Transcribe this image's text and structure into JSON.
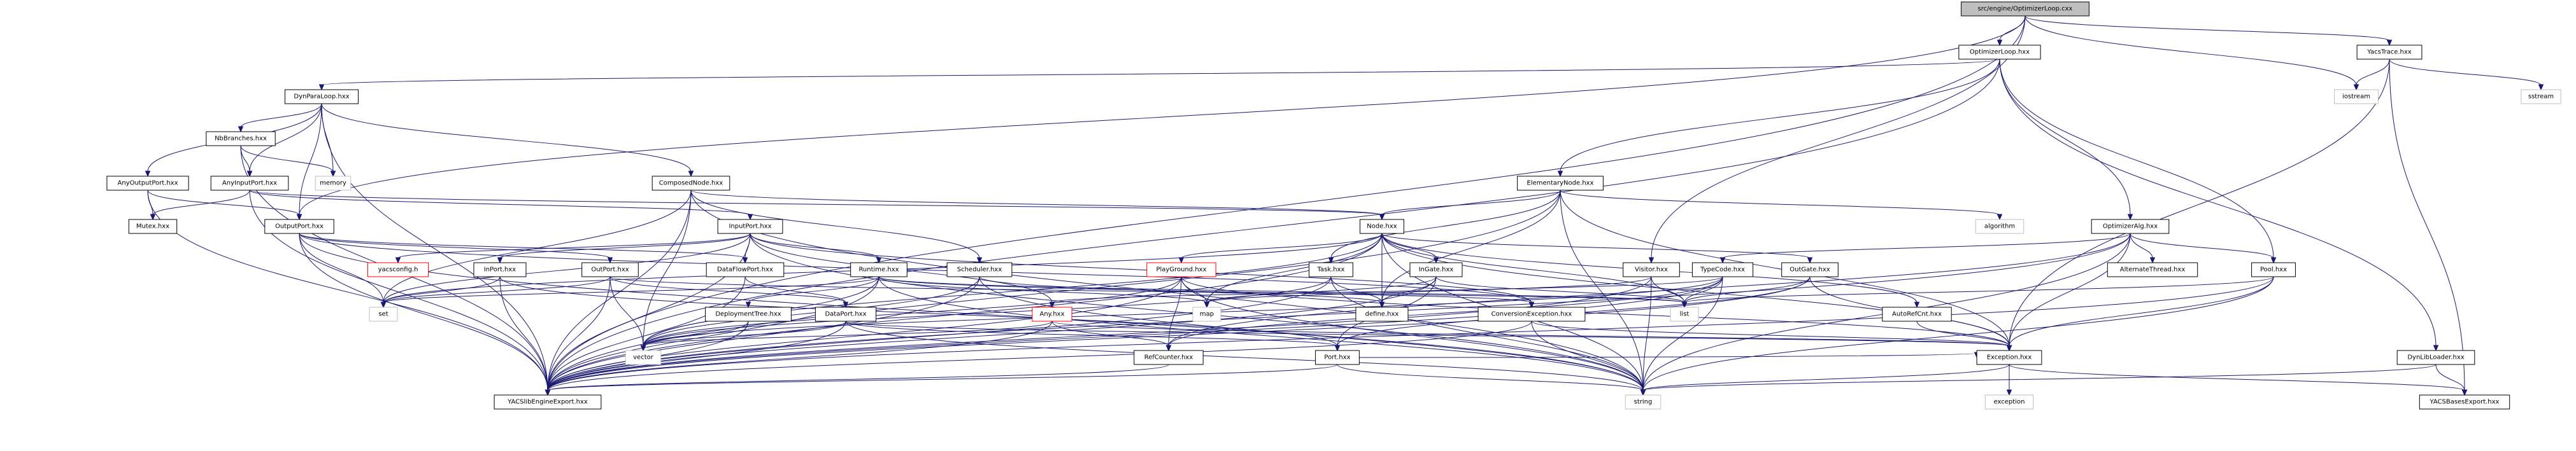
{
  "title": "Include dependency graph for src/engine/OptimizerLoop.cxx",
  "colors": {
    "edge": "#191970",
    "root_fill": "#bfbfbf",
    "node_border": "#000000",
    "external_border": "#bfbfbf",
    "missing_border": "#ff0000"
  },
  "nodes": [
    {
      "id": "root",
      "label": "src/engine/OptimizerLoop.cxx",
      "kind": "root"
    },
    {
      "id": "OptimizerLoop_hxx",
      "label": "OptimizerLoop.hxx",
      "kind": "file"
    },
    {
      "id": "YacsTrace_hxx",
      "label": "YacsTrace.hxx",
      "kind": "file"
    },
    {
      "id": "DynParaLoop_hxx",
      "label": "DynParaLoop.hxx",
      "kind": "file"
    },
    {
      "id": "iostream",
      "label": "iostream",
      "kind": "external"
    },
    {
      "id": "sstream",
      "label": "sstream",
      "kind": "external"
    },
    {
      "id": "NbBranches_hxx",
      "label": "NbBranches.hxx",
      "kind": "file"
    },
    {
      "id": "AnyOutputPort_hxx",
      "label": "AnyOutputPort.hxx",
      "kind": "file"
    },
    {
      "id": "AnyInputPort_hxx",
      "label": "AnyInputPort.hxx",
      "kind": "file"
    },
    {
      "id": "memory",
      "label": "memory",
      "kind": "external"
    },
    {
      "id": "ComposedNode_hxx",
      "label": "ComposedNode.hxx",
      "kind": "file"
    },
    {
      "id": "ElementaryNode_hxx",
      "label": "ElementaryNode.hxx",
      "kind": "file"
    },
    {
      "id": "Mutex_hxx",
      "label": "Mutex.hxx",
      "kind": "file"
    },
    {
      "id": "OutputPort_hxx",
      "label": "OutputPort.hxx",
      "kind": "file"
    },
    {
      "id": "InputPort_hxx",
      "label": "InputPort.hxx",
      "kind": "file"
    },
    {
      "id": "Node_hxx",
      "label": "Node.hxx",
      "kind": "file"
    },
    {
      "id": "algorithm",
      "label": "algorithm",
      "kind": "external"
    },
    {
      "id": "OptimizerAlg_hxx",
      "label": "OptimizerAlg.hxx",
      "kind": "file"
    },
    {
      "id": "yacsconfig_h",
      "label": "yacsconfig.h",
      "kind": "missing"
    },
    {
      "id": "InPort_hxx",
      "label": "InPort.hxx",
      "kind": "file"
    },
    {
      "id": "OutPort_hxx",
      "label": "OutPort.hxx",
      "kind": "file"
    },
    {
      "id": "DataFlowPort_hxx",
      "label": "DataFlowPort.hxx",
      "kind": "file"
    },
    {
      "id": "Runtime_hxx",
      "label": "Runtime.hxx",
      "kind": "file"
    },
    {
      "id": "Scheduler_hxx",
      "label": "Scheduler.hxx",
      "kind": "file"
    },
    {
      "id": "PlayGround_hxx",
      "label": "PlayGround.hxx",
      "kind": "missing"
    },
    {
      "id": "Task_hxx",
      "label": "Task.hxx",
      "kind": "file"
    },
    {
      "id": "InGate_hxx",
      "label": "InGate.hxx",
      "kind": "file"
    },
    {
      "id": "Visitor_hxx",
      "label": "Visitor.hxx",
      "kind": "file"
    },
    {
      "id": "TypeCode_hxx",
      "label": "TypeCode.hxx",
      "kind": "file"
    },
    {
      "id": "OutGate_hxx",
      "label": "OutGate.hxx",
      "kind": "file"
    },
    {
      "id": "AlternateThread_hxx",
      "label": "AlternateThread.hxx",
      "kind": "file"
    },
    {
      "id": "Pool_hxx",
      "label": "Pool.hxx",
      "kind": "file"
    },
    {
      "id": "set",
      "label": "set",
      "kind": "external"
    },
    {
      "id": "DeploymentTree_hxx",
      "label": "DeploymentTree.hxx",
      "kind": "file"
    },
    {
      "id": "DataPort_hxx",
      "label": "DataPort.hxx",
      "kind": "file"
    },
    {
      "id": "Any_hxx",
      "label": "Any.hxx",
      "kind": "missing"
    },
    {
      "id": "map",
      "label": "map",
      "kind": "external"
    },
    {
      "id": "define_hxx",
      "label": "define.hxx",
      "kind": "file"
    },
    {
      "id": "ConversionException_hxx",
      "label": "ConversionException.hxx",
      "kind": "file"
    },
    {
      "id": "list",
      "label": "list",
      "kind": "external"
    },
    {
      "id": "AutoRefCnt_hxx",
      "label": "AutoRefCnt.hxx",
      "kind": "file"
    },
    {
      "id": "vector",
      "label": "vector",
      "kind": "external"
    },
    {
      "id": "RefCounter_hxx",
      "label": "RefCounter.hxx",
      "kind": "file"
    },
    {
      "id": "Port_hxx",
      "label": "Port.hxx",
      "kind": "file"
    },
    {
      "id": "Exception_hxx",
      "label": "Exception.hxx",
      "kind": "file"
    },
    {
      "id": "DynLibLoader_hxx",
      "label": "DynLibLoader.hxx",
      "kind": "file"
    },
    {
      "id": "YACSlibEngineExport_hxx",
      "label": "YACSlibEngineExport.hxx",
      "kind": "file"
    },
    {
      "id": "string",
      "label": "string",
      "kind": "external"
    },
    {
      "id": "exception",
      "label": "exception",
      "kind": "external"
    },
    {
      "id": "YACSBasesExport_hxx",
      "label": "YACSBasesExport.hxx",
      "kind": "file"
    }
  ],
  "edges": [
    [
      "root",
      "OptimizerLoop_hxx"
    ],
    [
      "root",
      "YacsTrace_hxx"
    ],
    [
      "root",
      "iostream"
    ],
    [
      "root",
      "OutputPort_hxx"
    ],
    [
      "root",
      "YACSlibEngineExport_hxx"
    ],
    [
      "root",
      "Visitor_hxx"
    ],
    [
      "OptimizerLoop_hxx",
      "DynParaLoop_hxx"
    ],
    [
      "OptimizerLoop_hxx",
      "YACSlibEngineExport_hxx"
    ],
    [
      "OptimizerLoop_hxx",
      "ElementaryNode_hxx"
    ],
    [
      "OptimizerLoop_hxx",
      "OptimizerAlg_hxx"
    ],
    [
      "OptimizerLoop_hxx",
      "Pool_hxx"
    ],
    [
      "OptimizerLoop_hxx",
      "DynLibLoader_hxx"
    ],
    [
      "YacsTrace_hxx",
      "iostream"
    ],
    [
      "YacsTrace_hxx",
      "sstream"
    ],
    [
      "YacsTrace_hxx",
      "Exception_hxx"
    ],
    [
      "YacsTrace_hxx",
      "YACSBasesExport_hxx"
    ],
    [
      "DynParaLoop_hxx",
      "NbBranches_hxx"
    ],
    [
      "DynParaLoop_hxx",
      "AnyOutputPort_hxx"
    ],
    [
      "DynParaLoop_hxx",
      "AnyInputPort_hxx"
    ],
    [
      "DynParaLoop_hxx",
      "memory"
    ],
    [
      "DynParaLoop_hxx",
      "ComposedNode_hxx"
    ],
    [
      "DynParaLoop_hxx",
      "OutputPort_hxx"
    ],
    [
      "DynParaLoop_hxx",
      "YACSlibEngineExport_hxx"
    ],
    [
      "NbBranches_hxx",
      "AnyInputPort_hxx"
    ],
    [
      "NbBranches_hxx",
      "memory"
    ],
    [
      "NbBranches_hxx",
      "YACSlibEngineExport_hxx"
    ],
    [
      "AnyOutputPort_hxx",
      "Mutex_hxx"
    ],
    [
      "AnyOutputPort_hxx",
      "OutputPort_hxx"
    ],
    [
      "AnyOutputPort_hxx",
      "YACSlibEngineExport_hxx"
    ],
    [
      "AnyInputPort_hxx",
      "Mutex_hxx"
    ],
    [
      "AnyInputPort_hxx",
      "InputPort_hxx"
    ],
    [
      "AnyInputPort_hxx",
      "YACSlibEngineExport_hxx"
    ],
    [
      "AnyInputPort_hxx",
      "Node_hxx"
    ],
    [
      "ComposedNode_hxx",
      "Node_hxx"
    ],
    [
      "ComposedNode_hxx",
      "Scheduler_hxx"
    ],
    [
      "ComposedNode_hxx",
      "set"
    ],
    [
      "ComposedNode_hxx",
      "vector"
    ],
    [
      "ComposedNode_hxx",
      "YACSlibEngineExport_hxx"
    ],
    [
      "ComposedNode_hxx",
      "string"
    ],
    [
      "ElementaryNode_hxx",
      "Node_hxx"
    ],
    [
      "ElementaryNode_hxx",
      "Task_hxx"
    ],
    [
      "ElementaryNode_hxx",
      "define_hxx"
    ],
    [
      "ElementaryNode_hxx",
      "algorithm"
    ],
    [
      "ElementaryNode_hxx",
      "string"
    ],
    [
      "ElementaryNode_hxx",
      "YACSlibEngineExport_hxx"
    ],
    [
      "ElementaryNode_hxx",
      "Exception_hxx"
    ],
    [
      "OutputPort_hxx",
      "OutPort_hxx"
    ],
    [
      "OutputPort_hxx",
      "DataFlowPort_hxx"
    ],
    [
      "OutputPort_hxx",
      "ConversionException_hxx"
    ],
    [
      "OutputPort_hxx",
      "set"
    ],
    [
      "OutputPort_hxx",
      "string"
    ],
    [
      "OutputPort_hxx",
      "YACSlibEngineExport_hxx"
    ],
    [
      "InputPort_hxx",
      "InPort_hxx"
    ],
    [
      "InputPort_hxx",
      "DataFlowPort_hxx"
    ],
    [
      "InputPort_hxx",
      "Runtime_hxx"
    ],
    [
      "InputPort_hxx",
      "ConversionException_hxx"
    ],
    [
      "InputPort_hxx",
      "Any_hxx"
    ],
    [
      "InputPort_hxx",
      "set"
    ],
    [
      "InputPort_hxx",
      "string"
    ],
    [
      "InputPort_hxx",
      "yacsconfig_h"
    ],
    [
      "InputPort_hxx",
      "YACSlibEngineExport_hxx"
    ],
    [
      "Node_hxx",
      "InGate_hxx"
    ],
    [
      "Node_hxx",
      "OutGate_hxx"
    ],
    [
      "Node_hxx",
      "PlayGround_hxx"
    ],
    [
      "Node_hxx",
      "Exception_hxx"
    ],
    [
      "Node_hxx",
      "define_hxx"
    ],
    [
      "Node_hxx",
      "list"
    ],
    [
      "Node_hxx",
      "map"
    ],
    [
      "Node_hxx",
      "set"
    ],
    [
      "Node_hxx",
      "string"
    ],
    [
      "Node_hxx",
      "vector"
    ],
    [
      "Node_hxx",
      "YACSlibEngineExport_hxx"
    ],
    [
      "Node_hxx",
      "AutoRefCnt_hxx"
    ],
    [
      "OptimizerAlg_hxx",
      "RefCounter_hxx"
    ],
    [
      "OptimizerAlg_hxx",
      "Exception_hxx"
    ],
    [
      "OptimizerAlg_hxx",
      "AlternateThread_hxx"
    ],
    [
      "OptimizerAlg_hxx",
      "Pool_hxx"
    ],
    [
      "OptimizerAlg_hxx",
      "TypeCode_hxx"
    ],
    [
      "OptimizerAlg_hxx",
      "string"
    ],
    [
      "OptimizerAlg_hxx",
      "YACSlibEngineExport_hxx"
    ],
    [
      "InPort_hxx",
      "Port_hxx"
    ],
    [
      "InPort_hxx",
      "set"
    ],
    [
      "InPort_hxx",
      "YACSlibEngineExport_hxx"
    ],
    [
      "OutPort_hxx",
      "DataPort_hxx"
    ],
    [
      "OutPort_hxx",
      "set"
    ],
    [
      "OutPort_hxx",
      "list"
    ],
    [
      "OutPort_hxx",
      "YACSlibEngineExport_hxx"
    ],
    [
      "OutPort_hxx",
      "vector"
    ],
    [
      "DataFlowPort_hxx",
      "DataPort_hxx"
    ],
    [
      "DataFlowPort_hxx",
      "YACSlibEngineExport_hxx"
    ],
    [
      "Runtime_hxx",
      "ConversionException_hxx"
    ],
    [
      "Runtime_hxx",
      "DeploymentTree_hxx"
    ],
    [
      "Runtime_hxx",
      "string"
    ],
    [
      "Runtime_hxx",
      "set"
    ],
    [
      "Runtime_hxx",
      "map"
    ],
    [
      "Runtime_hxx",
      "vector"
    ],
    [
      "Runtime_hxx",
      "list"
    ],
    [
      "Runtime_hxx",
      "YACSlibEngineExport_hxx"
    ],
    [
      "Scheduler_hxx",
      "define_hxx"
    ],
    [
      "Scheduler_hxx",
      "vector"
    ],
    [
      "Scheduler_hxx",
      "string"
    ],
    [
      "Scheduler_hxx",
      "YACSlibEngineExport_hxx"
    ],
    [
      "PlayGround_hxx",
      "RefCounter_hxx"
    ],
    [
      "PlayGround_hxx",
      "map"
    ],
    [
      "PlayGround_hxx",
      "vector"
    ],
    [
      "PlayGround_hxx",
      "string"
    ],
    [
      "PlayGround_hxx",
      "Exception_hxx"
    ],
    [
      "PlayGround_hxx",
      "YACSlibEngineExport_hxx"
    ],
    [
      "Task_hxx",
      "define_hxx"
    ],
    [
      "Task_hxx",
      "string"
    ],
    [
      "Task_hxx",
      "vector"
    ],
    [
      "Task_hxx",
      "YACSlibEngineExport_hxx"
    ],
    [
      "InGate_hxx",
      "define_hxx"
    ],
    [
      "InGate_hxx",
      "map"
    ],
    [
      "InGate_hxx",
      "list"
    ],
    [
      "InGate_hxx",
      "Port_hxx"
    ],
    [
      "InGate_hxx",
      "YACSlibEngineExport_hxx"
    ],
    [
      "Visitor_hxx",
      "list"
    ],
    [
      "Visitor_hxx",
      "map"
    ],
    [
      "Visitor_hxx",
      "string"
    ],
    [
      "Visitor_hxx",
      "YACSlibEngineExport_hxx"
    ],
    [
      "TypeCode_hxx",
      "RefCounter_hxx"
    ],
    [
      "TypeCode_hxx",
      "Any_hxx"
    ],
    [
      "TypeCode_hxx",
      "list"
    ],
    [
      "TypeCode_hxx",
      "string"
    ],
    [
      "TypeCode_hxx",
      "vector"
    ],
    [
      "TypeCode_hxx",
      "YACSlibEngineExport_hxx"
    ],
    [
      "OutGate_hxx",
      "Port_hxx"
    ],
    [
      "OutGate_hxx",
      "list"
    ],
    [
      "OutGate_hxx",
      "Exception_hxx"
    ],
    [
      "OutGate_hxx",
      "YACSlibEngineExport_hxx"
    ],
    [
      "Pool_hxx",
      "Exception_hxx"
    ],
    [
      "Pool_hxx",
      "list"
    ],
    [
      "Pool_hxx",
      "YACSlibEngineExport_hxx"
    ],
    [
      "Pool_hxx",
      "string"
    ],
    [
      "DataPort_hxx",
      "Port_hxx"
    ],
    [
      "DataPort_hxx",
      "string"
    ],
    [
      "DataPort_hxx",
      "vector"
    ],
    [
      "DataPort_hxx",
      "Exception_hxx"
    ],
    [
      "DataPort_hxx",
      "YACSlibEngineExport_hxx"
    ],
    [
      "DeploymentTree_hxx",
      "vector"
    ],
    [
      "DeploymentTree_hxx",
      "YACSlibEngineExport_hxx"
    ],
    [
      "Any_hxx",
      "RefCounter_hxx"
    ],
    [
      "Any_hxx",
      "Exception_hxx"
    ],
    [
      "Any_hxx",
      "vector"
    ],
    [
      "Any_hxx",
      "YACSlibEngineExport_hxx"
    ],
    [
      "ConversionException_hxx",
      "Exception_hxx"
    ],
    [
      "ConversionException_hxx",
      "string"
    ],
    [
      "ConversionException_hxx",
      "YACSlibEngineExport_hxx"
    ],
    [
      "AutoRefCnt_hxx",
      "Exception_hxx"
    ],
    [
      "RefCounter_hxx",
      "YACSlibEngineExport_hxx"
    ],
    [
      "Port_hxx",
      "Exception_hxx"
    ],
    [
      "Port_hxx",
      "string"
    ],
    [
      "Port_hxx",
      "YACSlibEngineExport_hxx"
    ],
    [
      "Exception_hxx",
      "string"
    ],
    [
      "Exception_hxx",
      "exception"
    ],
    [
      "Exception_hxx",
      "YACSBasesExport_hxx"
    ],
    [
      "DynLibLoader_hxx",
      "string"
    ],
    [
      "DynLibLoader_hxx",
      "YACSBasesExport_hxx"
    ]
  ]
}
